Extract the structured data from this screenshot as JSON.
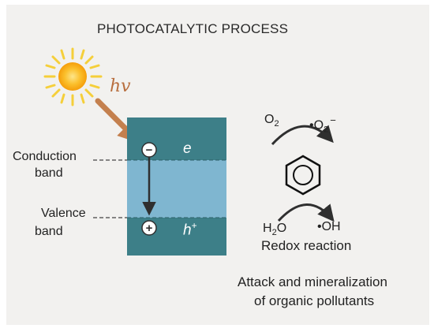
{
  "title": "PHOTOCATALYTIC PROCESS",
  "photon_label": "hv",
  "bands": {
    "conduction_line1": "Conduction",
    "conduction_line2": "band",
    "valence_line1": "Valence",
    "valence_line2": "band"
  },
  "carriers": {
    "electron_symbol": "−",
    "electron_label": "e",
    "hole_symbol": "+",
    "hole_label_base": "h",
    "hole_label_sup": "+"
  },
  "reactions": {
    "o2_base": "O",
    "o2_sub": "2",
    "superoxide_dot": "•",
    "superoxide_base": "O",
    "superoxide_sub": "2",
    "superoxide_charge": "−",
    "water_base": "H",
    "water_sub": "2",
    "water_tail": "O",
    "hydroxyl": "•OH",
    "redox_label": "Redox reaction"
  },
  "attack_line1": "Attack and mineralization",
  "attack_line2": "of organic pollutants",
  "colors": {
    "background": "#f2f1ef",
    "semiconductor_dark": "#3d7f88",
    "semiconductor_gap": "#7fb6d0",
    "sun_rays": "#f5cf3a",
    "sun_core": "#f7a41c",
    "photon_arrow": "#c4804e",
    "arrows": "#2f2f2f"
  },
  "icons": [
    "sun-icon",
    "photon-arrow",
    "electron-icon",
    "hole-icon",
    "benzene-ring-icon"
  ]
}
